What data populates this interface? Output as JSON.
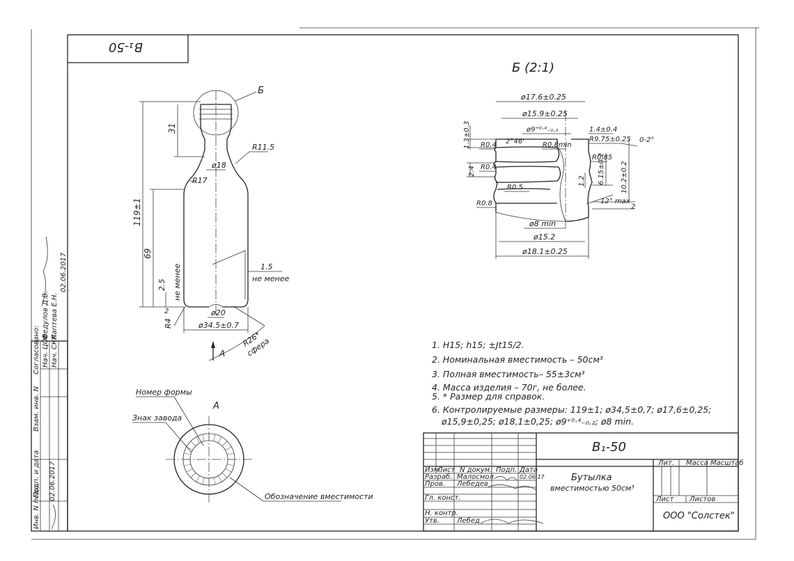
{
  "doc": {
    "corner_code": "B₁-50",
    "title_code": "B₁-50",
    "product_line1": "Бутылка",
    "product_line2": "вместимостью 50см³",
    "company": "ООО \"Солстек\"",
    "view_b_title": "Б (2:1)",
    "label_b": "Б",
    "label_a_arrow": "A",
    "label_a_view": "A"
  },
  "dims_main": {
    "d18": "ø18",
    "r115": "R11.5",
    "r17": "R17",
    "d31": "31",
    "d119": "119±1",
    "d69": "69",
    "d25": "2.5",
    "ne_menee_vert": "не менее",
    "d15": "1.5",
    "ne_menee": "не менее",
    "d20": "ø20",
    "d345": "ø34.5±0.7",
    "r4": "R4",
    "d2": "2",
    "r26": "R26*",
    "sfera": "сфера"
  },
  "dims_b": {
    "d176": "ø17.6±0.25",
    "d159": "ø15.9±0.25",
    "d9": "ø9⁺⁰·⁴₋₀.₂",
    "d14": "1.4±0.4",
    "r975": "R9.75±0.25",
    "ang02": "0-2°",
    "d13": "1.3±0.3",
    "r04a": "R0.4",
    "ang246": "2°46'",
    "r08min": "R0.8min",
    "r085": "R0.85",
    "d615": "6.15±0.2",
    "d102": "10.2±0.2",
    "d24": "2.4",
    "r04b": "R0.4",
    "r05": "R0.5",
    "d12": "1.2",
    "r08": "R0.8",
    "ang12": "12° max",
    "d2": "2",
    "d8min": "ø8 min",
    "d152": "ø15.2",
    "d181": "ø18.1±0.25"
  },
  "view_a": {
    "mold_number": "Номер формы",
    "plant_mark": "Знак завода",
    "capacity_mark": "Обозначение вместимости"
  },
  "notes": [
    "1. H15; h15; ±Jt15/2.",
    "2. Номинальная вместимость – 50см³",
    "3. Полная вместимость– 55±3см³",
    "4. Масса изделия – 70г, не более.",
    "5. * Размер для справок.",
    "6. Контролируемые размеры: 119±1; ø34,5±0,7; ø17,6±0,25;",
    "ø15,9±0,25; ø18,1±0,25; ø9⁺⁰·⁴₋₀.₂; ø8 min."
  ],
  "title_block": {
    "col_izm": "Изм.",
    "col_list": "Лист",
    "col_doc": "N докум.",
    "col_podp": "Подп.",
    "col_date": "Дата",
    "row_razrab": "Разраб.",
    "row_prov": "Пров.",
    "row_gl": "Гл. конст.",
    "row_nkontr": "Н. контр.",
    "row_utv": "Утв.",
    "razrab_name": "Малосмол",
    "prov_name": "Лебедев",
    "utv_name": "Лебед",
    "date1": "02.06.17",
    "lit": "Лит.",
    "massa": "Масса",
    "masshtab": "Масштаб",
    "sheet": "Лист",
    "sheets": "Листов"
  },
  "side_stamp": {
    "soglasovano": "Согласовано:",
    "role1": "Нач. ЦОВ",
    "name1": "Федулов Д.В.",
    "role2": "Нач. СКК",
    "name2": "Лаптева Е.Н.",
    "inv_podl": "Инв. N подл.",
    "podp_data": "Подп. и дата",
    "vzam": "Взам. инв. N",
    "sig_date1": "02.06.2017",
    "sig_date2": "02.06.2017"
  }
}
